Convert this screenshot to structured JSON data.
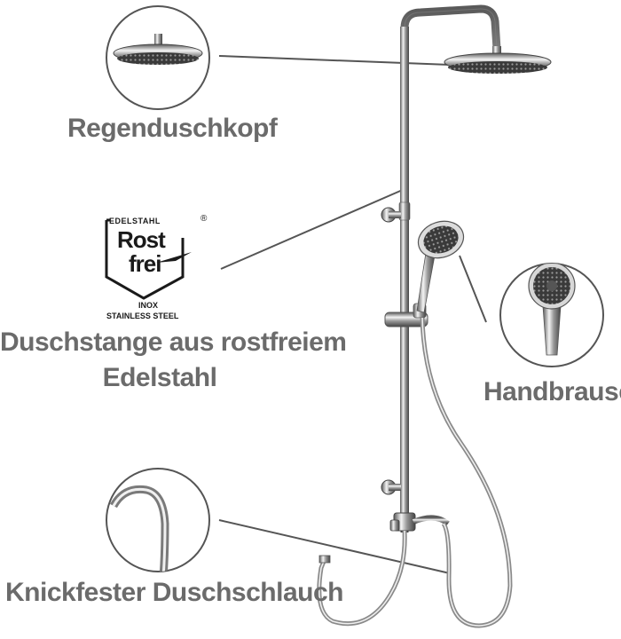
{
  "labels": {
    "rain_shower_head": "Regenduschkopf",
    "rod_line1": "Duschstange aus rostfreiem",
    "rod_line2": "Edelstahl",
    "hand_shower": "Handbrause",
    "hose": "Knickfester Duschschlauch"
  },
  "badge": {
    "top": "EDELSTAHL",
    "registered": "®",
    "line1": "Rost",
    "line2": "frei",
    "inox": "INOX",
    "steel": "STAINLESS STEEL"
  },
  "colors": {
    "label_text": "#6b6b6b",
    "leader_line": "#555555",
    "chrome_dark": "#3a3a3a",
    "chrome_light": "#e8e8e8"
  }
}
